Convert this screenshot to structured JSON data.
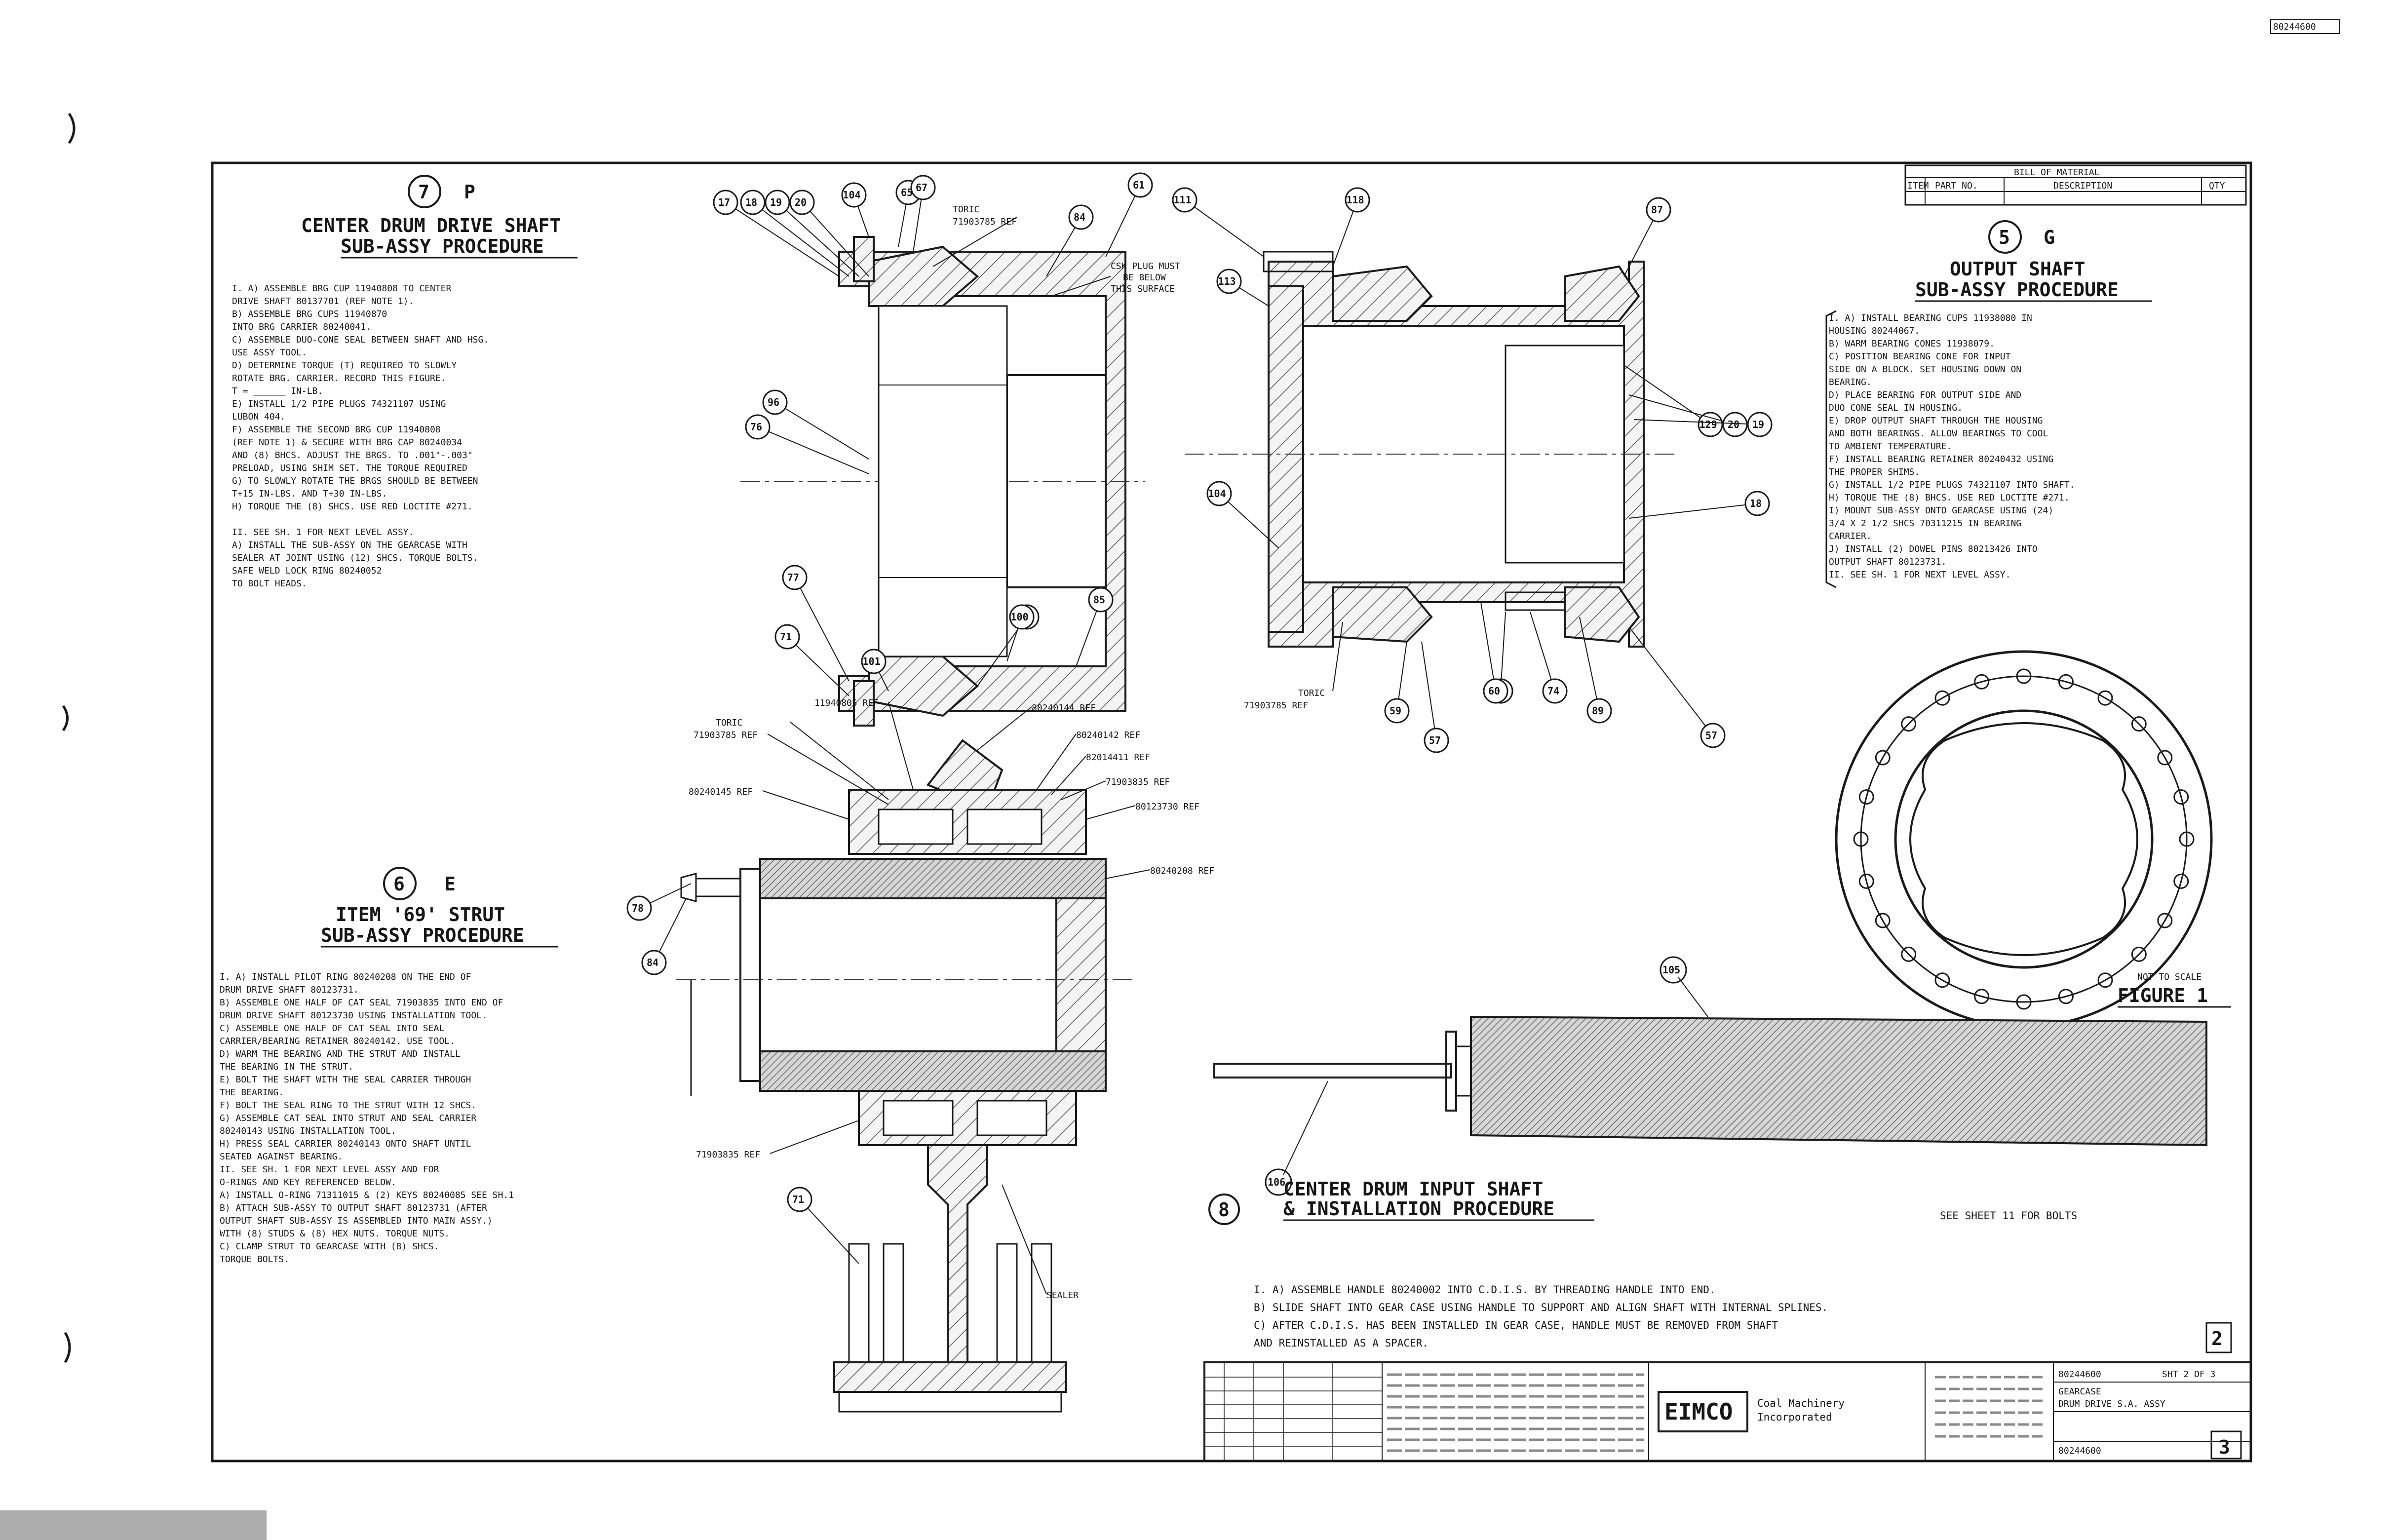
{
  "sections": {
    "p": {
      "number": "7",
      "letter": "P",
      "title1": "CENTER DRUM DRIVE SHAFT",
      "title2": "SUB-ASSY PROCEDURE",
      "steps": [
        "I.  A) ASSEMBLE BRG CUP 11940808 TO CENTER",
        "       DRIVE SHAFT 80137701 (REF NOTE 1).",
        "    B) ASSEMBLE BRG CUPS 11940870",
        "       INTO BRG CARRIER 80240041.",
        "    C) ASSEMBLE DUO-CONE SEAL BETWEEN SHAFT AND HSG.",
        "       USE ASSY TOOL.",
        "    D) DETERMINE TORQUE (T) REQUIRED TO SLOWLY",
        "       ROTATE BRG. CARRIER. RECORD THIS FIGURE.",
        "       T = ______ IN-LB.",
        "    E) INSTALL 1/2 PIPE PLUGS 74321107 USING",
        "       LUBON 404.",
        "    F) ASSEMBLE THE SECOND BRG CUP 11940808",
        "       (REF NOTE 1) & SECURE WITH BRG CAP 80240034",
        "       AND (8) BHCS. ADJUST THE BRGS. TO .001\"-.003\"",
        "       PRELOAD, USING SHIM SET. THE TORQUE REQUIRED",
        "    G) TO SLOWLY ROTATE THE BRGS SHOULD BE BETWEEN",
        "       T+15 IN-LBS. AND T+30 IN-LBS.",
        "    H) TORQUE THE (8) SHCS. USE RED LOCTITE #271.",
        "",
        "II.    SEE SH. 1 FOR NEXT LEVEL ASSY.",
        "    A) INSTALL THE SUB-ASSY ON THE GEARCASE WITH",
        "       SEALER AT JOINT USING (12) SHCS. TORQUE BOLTS.",
        "       SAFE WELD LOCK RING 80240052",
        "       TO BOLT HEADS."
      ]
    },
    "e": {
      "number": "6",
      "letter": "E",
      "title1": "ITEM '69' STRUT",
      "title2": "SUB-ASSY PROCEDURE",
      "steps": [
        "I.  A) INSTALL PILOT RING 80240208 ON THE END OF",
        "       DRUM DRIVE SHAFT 80123731.",
        "    B) ASSEMBLE ONE HALF OF CAT SEAL 71903835 INTO END OF",
        "       DRUM DRIVE SHAFT 80123730 USING INSTALLATION TOOL.",
        "    C) ASSEMBLE ONE HALF OF CAT SEAL INTO SEAL",
        "       CARRIER/BEARING RETAINER 80240142. USE TOOL.",
        "    D) WARM THE BEARING AND THE STRUT AND INSTALL",
        "       THE BEARING IN THE STRUT.",
        "    E) BOLT THE SHAFT WITH THE SEAL CARRIER THROUGH",
        "       THE BEARING.",
        "    F) BOLT THE SEAL RING TO THE STRUT WITH 12 SHCS.",
        "    G) ASSEMBLE CAT SEAL INTO STRUT AND SEAL CARRIER",
        "       80240143 USING INSTALLATION TOOL.",
        "    H) PRESS SEAL CARRIER 80240143 ONTO SHAFT UNTIL",
        "       SEATED AGAINST BEARING.",
        "II.    SEE SH. 1 FOR NEXT LEVEL ASSY AND FOR",
        "       O-RINGS AND KEY REFERENCED BELOW.",
        "    A) INSTALL O-RING 71311015 & (2) KEYS 80240085 SEE SH.1",
        "    B) ATTACH SUB-ASSY TO OUTPUT SHAFT 80123731 (AFTER",
        "       OUTPUT SHAFT SUB-ASSY IS ASSEMBLED INTO MAIN ASSY.)",
        "       WITH (8) STUDS & (8) HEX NUTS. TORQUE NUTS.",
        "    C) CLAMP STRUT TO GEARCASE WITH (8) SHCS.",
        "       TORQUE BOLTS."
      ]
    },
    "g": {
      "number": "5",
      "letter": "G",
      "title1": "OUTPUT SHAFT",
      "title2": "SUB-ASSY PROCEDURE",
      "steps": [
        "I.  A) INSTALL BEARING CUPS 11938080 IN",
        "       HOUSING 80244067.",
        "    B) WARM BEARING CONES 11938079.",
        "    C) POSITION BEARING CONE FOR INPUT",
        "       SIDE ON A BLOCK. SET HOUSING DOWN ON",
        "       BEARING.",
        "    D) PLACE BEARING FOR OUTPUT SIDE AND",
        "       DUO CONE SEAL IN HOUSING.",
        "    E) DROP OUTPUT SHAFT THROUGH THE HOUSING",
        "       AND BOTH BEARINGS. ALLOW BEARINGS TO COOL",
        "       TO AMBIENT TEMPERATURE.",
        "    F) INSTALL BEARING RETAINER 80240432 USING",
        "       THE PROPER SHIMS.",
        "    G) INSTALL 1/2 PIPE PLUGS 74321107 INTO SHAFT.",
        "    H) TORQUE THE (8) BHCS. USE RED LOCTITE #271.",
        "    I) MOUNT SUB-ASSY ONTO GEARCASE USING (24)",
        "       3/4 X 2 1/2 SHCS 70311215 IN BEARING",
        "       CARRIER.",
        "    J) INSTALL (2) DOWEL PINS 80213426 INTO",
        "       OUTPUT SHAFT 80123731.",
        "II.    SEE SH. 1 FOR NEXT LEVEL ASSY."
      ]
    },
    "h": {
      "number": "8",
      "title1": "CENTER DRUM INPUT SHAFT",
      "title2": "& INSTALLATION PROCEDURE",
      "steps": [
        "I.  A) ASSEMBLE HANDLE 80240002 INTO C.D.I.S. BY THREADING HANDLE INTO END.",
        "    B) SLIDE SHAFT INTO GEAR CASE USING HANDLE TO SUPPORT AND ALIGN SHAFT WITH INTERNAL SPLINES.",
        "    C) AFTER C.D.I.S. HAS BEEN INSTALLED IN GEAR CASE, HANDLE MUST BE REMOVED FROM SHAFT",
        "       AND REINSTALLED AS A SPACER."
      ],
      "note": "SEE SHEET 11 FOR BOLTS"
    }
  },
  "callouts_p": {
    "torric_label": "TORIC",
    "torric_pn": "71903785 REF",
    "plug_note1": "CSK PLUG MUST",
    "plug_note2": "BE BELOW",
    "plug_note3": "THIS SURFACE",
    "bubbles": [
      "17",
      "18",
      "19",
      "20",
      "104",
      "65",
      "67",
      "84",
      "61",
      "96",
      "76",
      "77",
      "101",
      "109",
      "85",
      "100",
      "71"
    ]
  },
  "callouts_e": {
    "labels": [
      "11940805 REF",
      "TORIC",
      "71903785 REF",
      "80240144 REF",
      "80240142 REF",
      "82014411 REF",
      "71903835 REF",
      "80123730 REF",
      "80240145 REF",
      "80240208 REF",
      "71903835 REF",
      "SEALER"
    ],
    "bubbles": [
      "78",
      "84",
      "71"
    ]
  },
  "callouts_g": {
    "torric_label": "TORIC",
    "torric_pn": "71903785 REF",
    "bubbles": [
      "111",
      "118",
      "113",
      "87",
      "104",
      "129",
      "20",
      "19",
      "18",
      "81",
      "60",
      "74",
      "89",
      "57",
      "59",
      "57"
    ]
  },
  "figure1": {
    "scale": "NOT TO SCALE",
    "label": "FIGURE 1"
  },
  "shaft_bubble": "105",
  "handle_bubble": "106",
  "bom": {
    "title": "BILL OF MATERIAL",
    "headers": [
      "ITEM",
      "PART NO.",
      "DESCRIPTION",
      "QTY"
    ]
  },
  "title_block": {
    "company": "EIMCO",
    "sub1": "Coal Machinery",
    "sub2": "Incorporated",
    "drawing_no": "80244600",
    "sheet": "SHT 2 OF 3",
    "sheet_num": "2",
    "rev": "3",
    "title1": "GEARCASE",
    "title2": "DRUM DRIVE S.A. ASSY"
  },
  "page_mark": "80244600"
}
